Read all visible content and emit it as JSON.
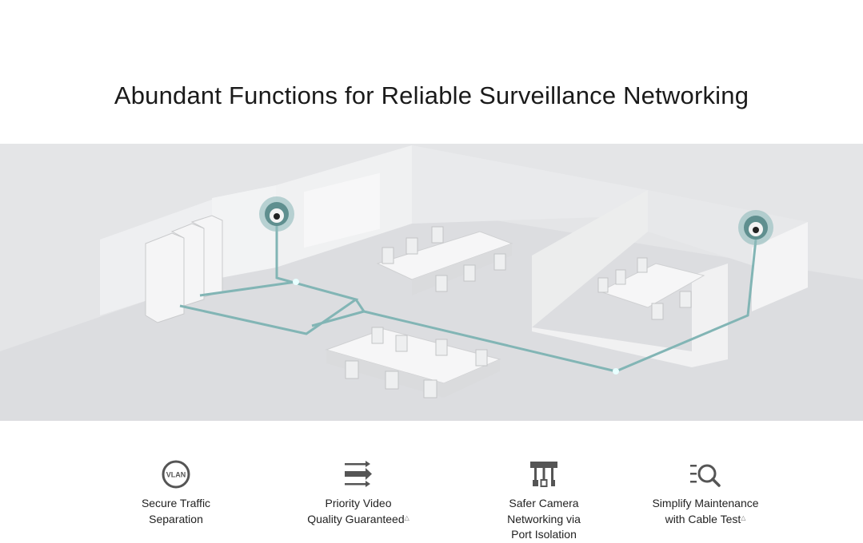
{
  "title": "Abundant Functions for Reliable Surveillance Networking",
  "features": [
    {
      "icon": "vlan-icon",
      "icon_text": "VLAN",
      "line1": "Secure Traffic",
      "line2": "Separation",
      "line3": "",
      "mark": ""
    },
    {
      "icon": "priority-arrows-icon",
      "line1": "Priority Video",
      "line2": "Quality Guaranteed",
      "line3": "",
      "mark": "△"
    },
    {
      "icon": "port-isolation-icon",
      "line1": "Safer Camera",
      "line2": "Networking via",
      "line3": "Port Isolation",
      "mark": ""
    },
    {
      "icon": "cable-test-search-icon",
      "line1": "Simplify Maintenance",
      "line2": "with Cable Test",
      "line3": "",
      "mark": "△"
    }
  ],
  "colors": {
    "icon": "#555555",
    "network_line": "#7fb3b3",
    "background": "#e8e9eb"
  }
}
